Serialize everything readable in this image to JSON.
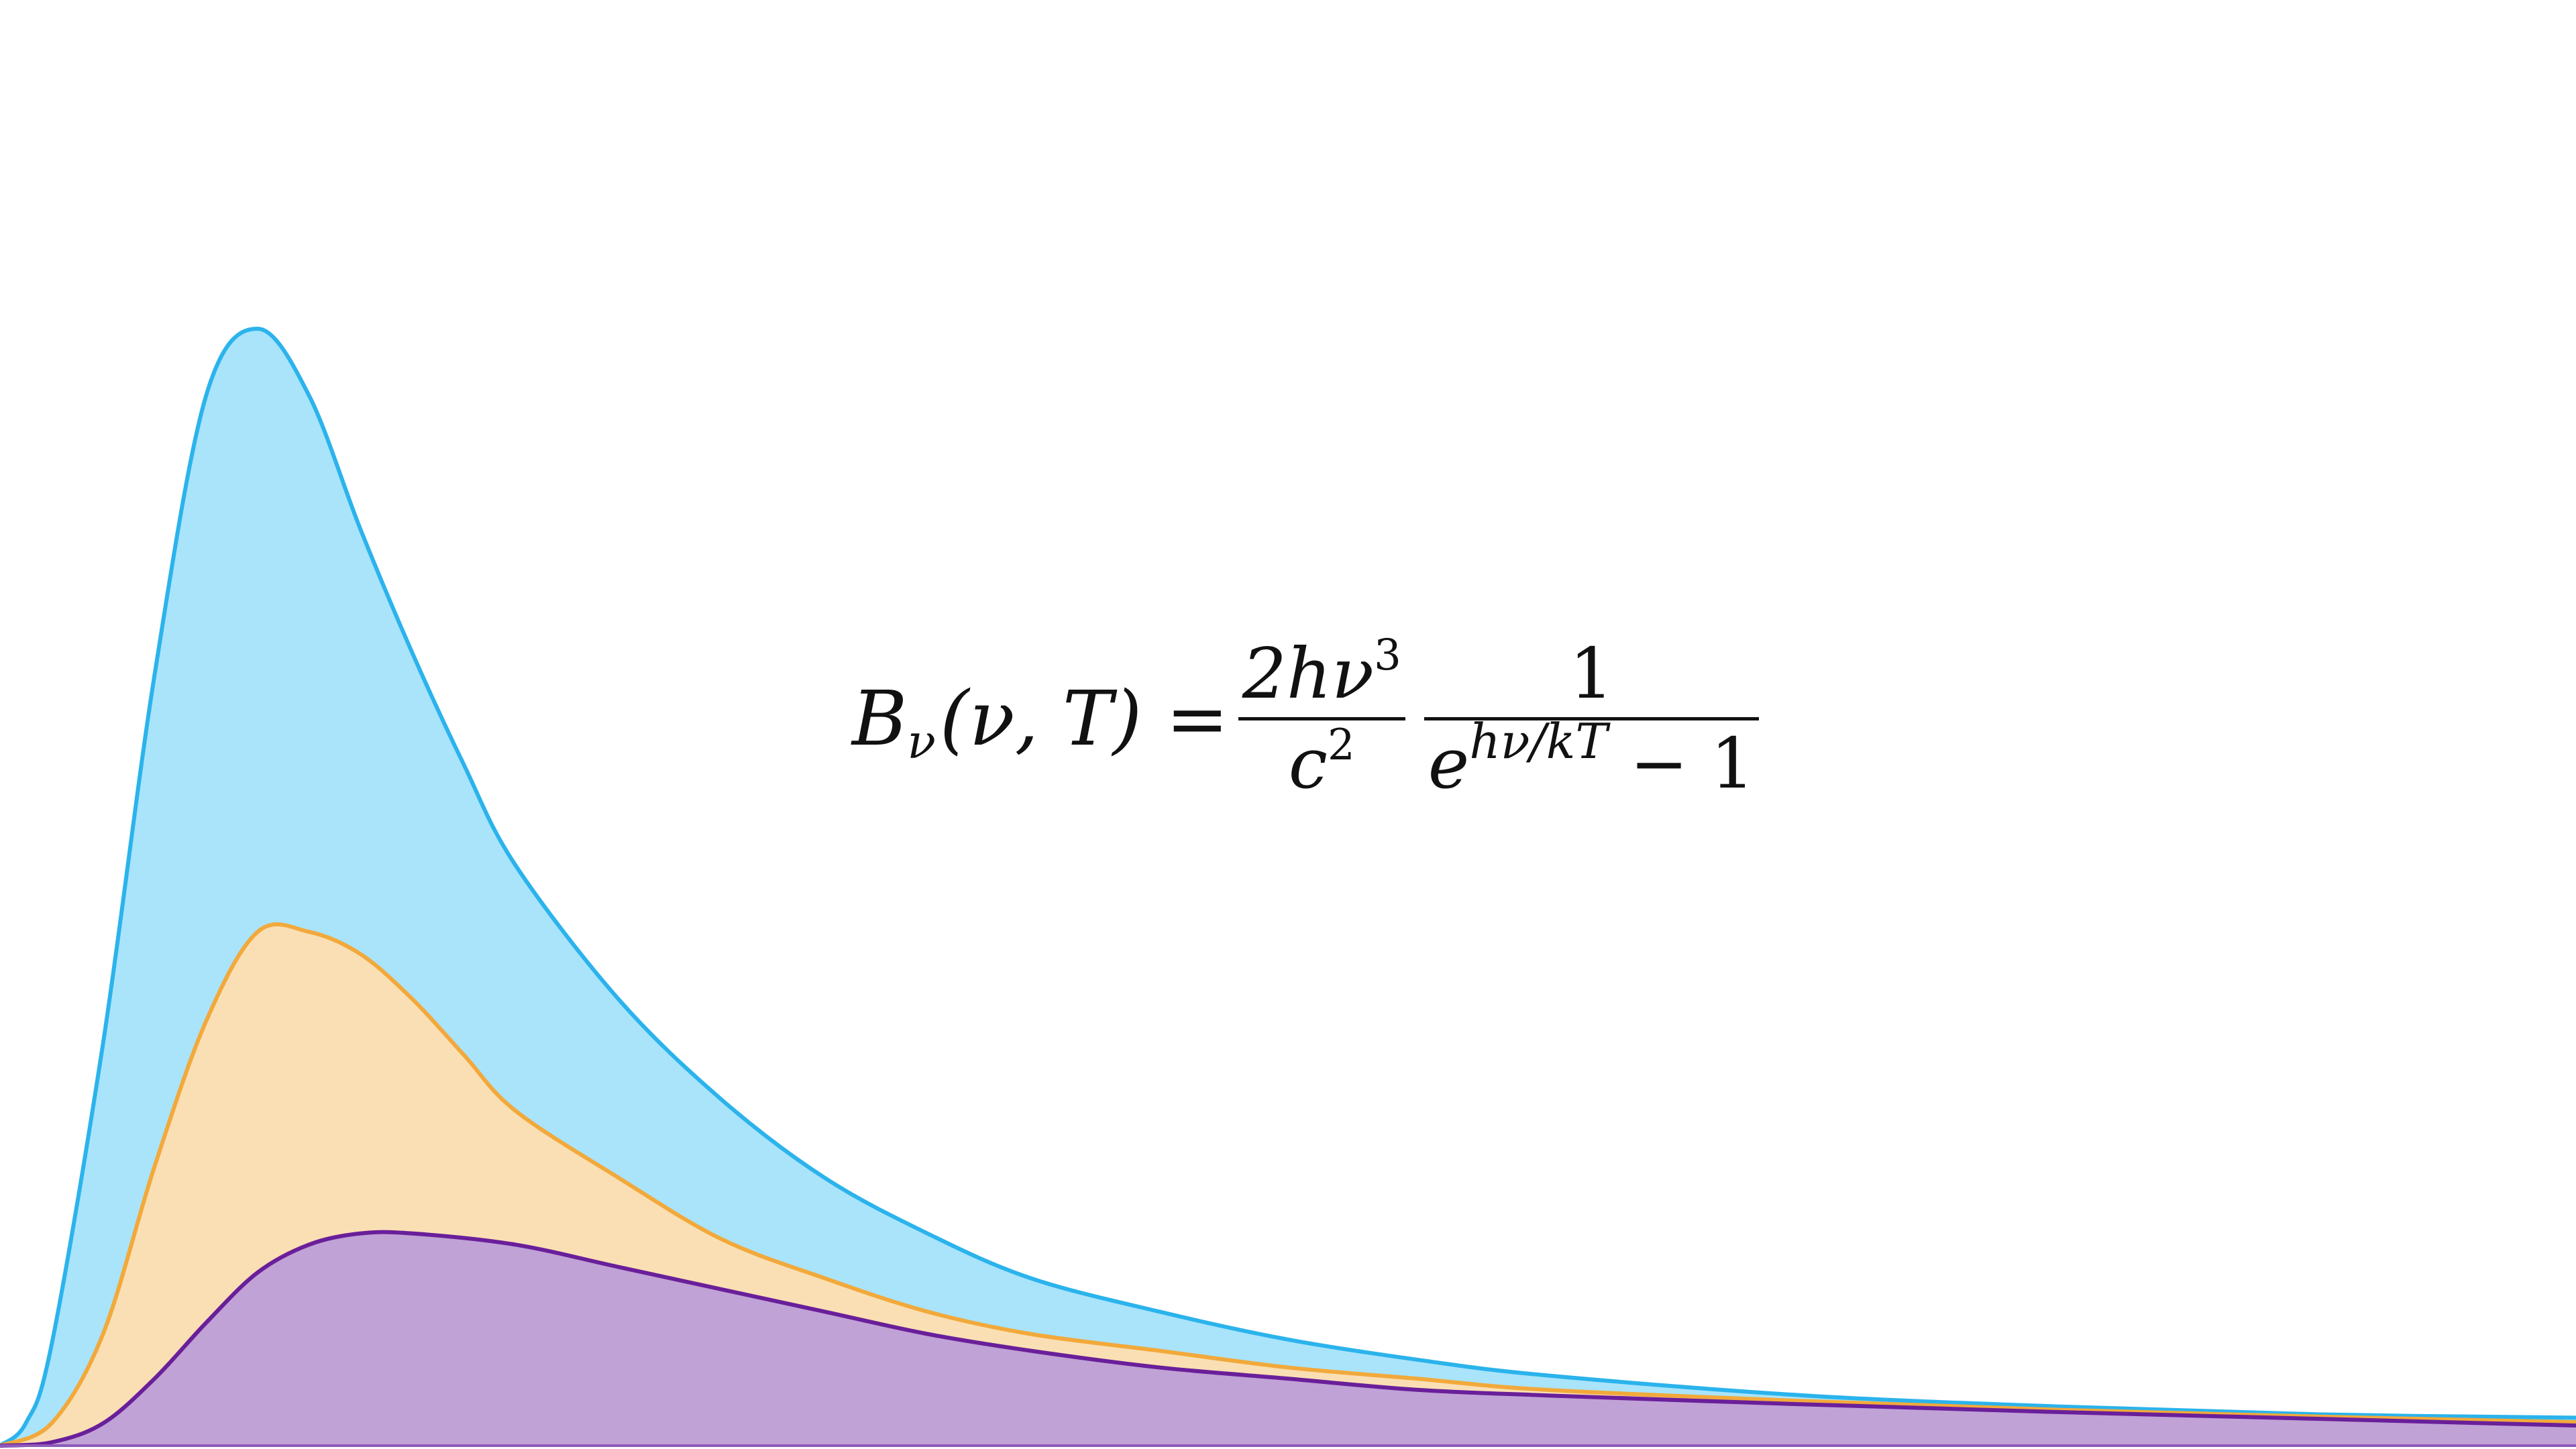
{
  "chart_data": {
    "type": "area",
    "title": "",
    "xlabel": "",
    "ylabel": "",
    "grid": false,
    "legend": "none",
    "xlim": [
      0,
      10
    ],
    "ylim": [
      0,
      1.3
    ],
    "series": [
      {
        "color": "#2bb3ec",
        "fill": "#a9e4fb",
        "x": [
          0,
          0.1,
          0.2,
          0.4,
          0.6,
          0.8,
          1.0,
          1.2,
          1.4,
          1.6,
          1.8,
          2.0,
          2.4,
          2.8,
          3.2,
          3.6,
          4.0,
          4.5,
          5.0,
          5.5,
          6.0,
          7.0,
          8.0,
          9.0,
          10.0
        ],
        "values": [
          0,
          0.02,
          0.09,
          0.36,
          0.69,
          0.94,
          1.0,
          0.94,
          0.82,
          0.71,
          0.61,
          0.52,
          0.4,
          0.31,
          0.24,
          0.19,
          0.15,
          0.12,
          0.095,
          0.077,
          0.063,
          0.045,
          0.035,
          0.028,
          0.025
        ]
      },
      {
        "color": "#f2a93b",
        "fill": "#fadfb4",
        "x": [
          0,
          0.2,
          0.4,
          0.6,
          0.8,
          1.0,
          1.2,
          1.4,
          1.6,
          1.8,
          2.0,
          2.4,
          2.8,
          3.2,
          3.6,
          4.0,
          4.5,
          5.0,
          5.5,
          6.0,
          7.0,
          8.0,
          9.0,
          10.0
        ],
        "values": [
          0,
          0.02,
          0.1,
          0.25,
          0.38,
          0.46,
          0.46,
          0.44,
          0.4,
          0.35,
          0.3,
          0.24,
          0.185,
          0.15,
          0.12,
          0.1,
          0.085,
          0.07,
          0.06,
          0.05,
          0.04,
          0.032,
          0.026,
          0.021
        ]
      },
      {
        "color": "#6a1f9a",
        "fill": "#c0a2d6",
        "x": [
          0,
          0.2,
          0.4,
          0.6,
          0.8,
          1.0,
          1.2,
          1.4,
          1.6,
          2.0,
          2.4,
          2.8,
          3.2,
          3.6,
          4.0,
          4.5,
          5.0,
          5.5,
          6.0,
          7.0,
          8.0,
          9.0,
          10.0
        ],
        "values": [
          0,
          0.003,
          0.02,
          0.06,
          0.11,
          0.155,
          0.18,
          0.19,
          0.19,
          0.18,
          0.16,
          0.14,
          0.12,
          0.1,
          0.085,
          0.07,
          0.06,
          0.05,
          0.045,
          0.037,
          0.03,
          0.024,
          0.018
        ]
      }
    ]
  },
  "formula": {
    "lhs_symbol": "B",
    "lhs_subscript": "ν",
    "lhs_rest": "(ν, T) =",
    "frac1_num": "2hν",
    "frac1_num_sup": "3",
    "frac1_den": "c",
    "frac1_den_sup": "2",
    "frac2_num": "1",
    "frac2_den_base": "e",
    "frac2_den_exp": "hν/kT",
    "frac2_den_tail": " − 1"
  }
}
